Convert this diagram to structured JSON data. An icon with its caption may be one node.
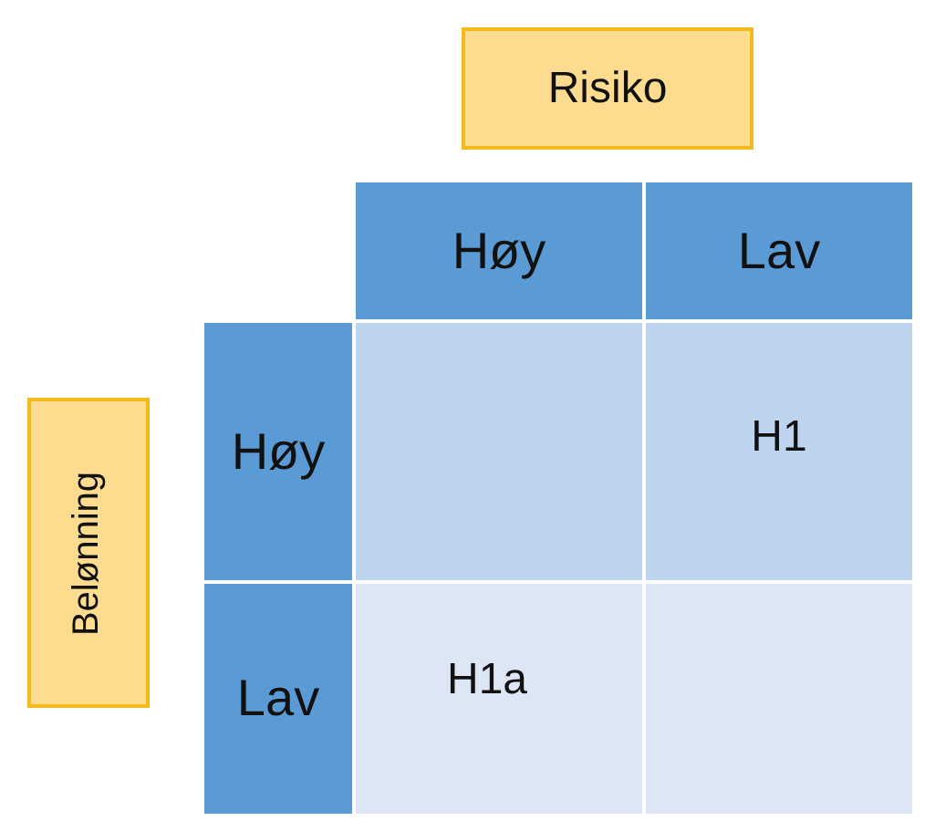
{
  "diagram": {
    "nodes": [
      {
        "text": [
          "Risiko"
        ]
      },
      {
        "text": [
          "Belønning"
        ]
      }
    ],
    "labels": [
      "Høy",
      "Lav",
      "Høy",
      "H1",
      "Lav",
      "H1a"
    ]
  }
}
